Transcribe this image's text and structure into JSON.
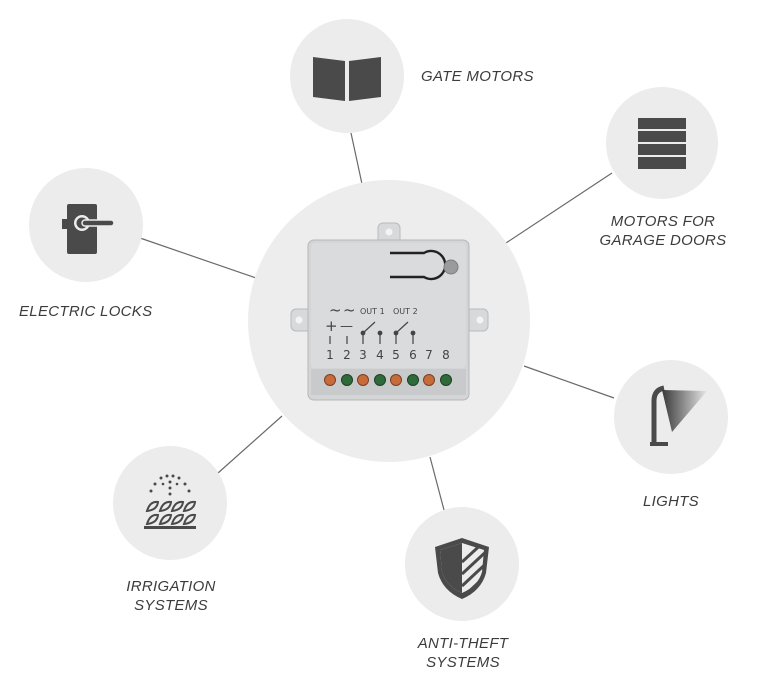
{
  "device": {
    "terminal_numbers": [
      "1",
      "2",
      "3",
      "4",
      "5",
      "6",
      "7",
      "8"
    ],
    "out1_label": "OUT 1",
    "out2_label": "OUT 2",
    "ac_symbol": "~",
    "plus_symbol": "+",
    "minus_symbol": "—"
  },
  "applications": {
    "gate_motors": {
      "line1": "GATE MOTORS"
    },
    "garage_doors": {
      "line1": "MOTORS FOR",
      "line2": "GARAGE DOORS"
    },
    "electric_locks": {
      "line1": "ELECTRIC LOCKS"
    },
    "lights": {
      "line1": "LIGHTS"
    },
    "irrigation": {
      "line1": "IRRIGATION",
      "line2": "SYSTEMS"
    },
    "anti_theft": {
      "line1": "ANTI-THEFT",
      "line2": "SYSTEMS"
    }
  },
  "icons": {
    "gate_motors": "gate-icon",
    "garage_doors": "garage-door-icon",
    "electric_locks": "door-lock-icon",
    "lights": "lamp-icon",
    "irrigation": "sprinkler-plants-icon",
    "anti_theft": "shield-icon"
  },
  "colors": {
    "bubble": "#ececec",
    "center_bubble": "#ededed",
    "icon": "#4a4a4a",
    "connector": "#555555",
    "device_body": "#d3d4d6",
    "terminal_green": "#2f6b3a",
    "terminal_orange": "#c76b3b"
  }
}
